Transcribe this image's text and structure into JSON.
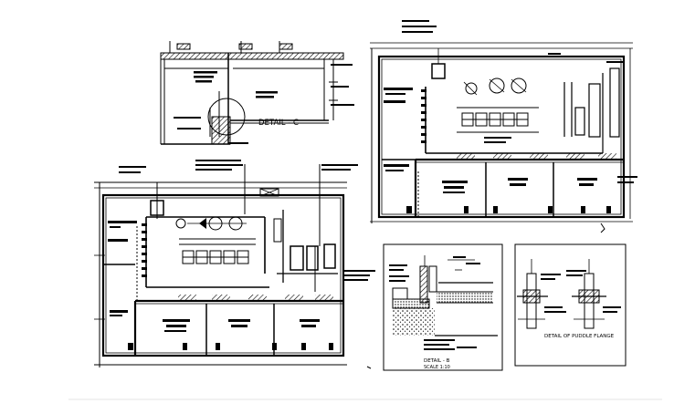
{
  "labels": {
    "detail_c": "DETAIL - C",
    "detail_b": "DETAIL - B",
    "detail_b_scale": "SCALE 1:10",
    "puddle_flange": "DETAIL OF PUDDLE FLANGE"
  },
  "colors": {
    "ink": "#000000",
    "hatch": "#555555",
    "footer_line": "#e6e6e6",
    "background": "#ffffff"
  }
}
